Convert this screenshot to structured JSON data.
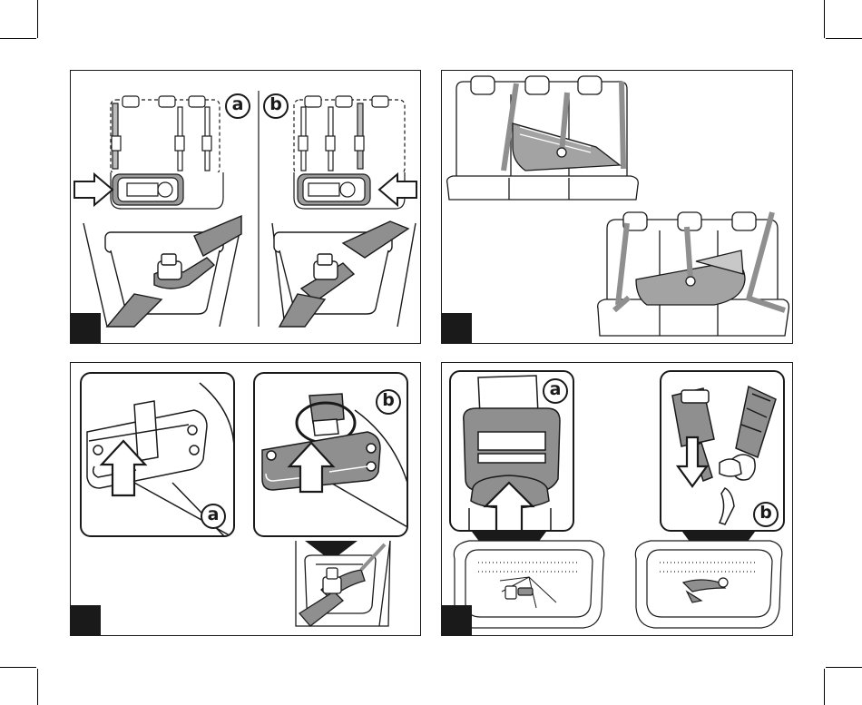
{
  "page": {
    "panel_count": 4
  },
  "panels": [
    {
      "id": "panel-1",
      "badges": {
        "a": "a",
        "b": "b"
      }
    },
    {
      "id": "panel-2"
    },
    {
      "id": "panel-3",
      "badges": {
        "a": "a",
        "b": "b"
      }
    },
    {
      "id": "panel-4",
      "badges": {
        "a": "a",
        "b": "b"
      }
    }
  ],
  "colors": {
    "ink": "#1a1a1a",
    "belt": "#8f8f8f",
    "shell": "#a3a3a3",
    "paper": "#ffffff"
  },
  "icons": [
    "insert-arrow-icon",
    "push-up-arrow-icon",
    "pull-down-arrow-icon",
    "pointer-triangle-icon"
  ]
}
